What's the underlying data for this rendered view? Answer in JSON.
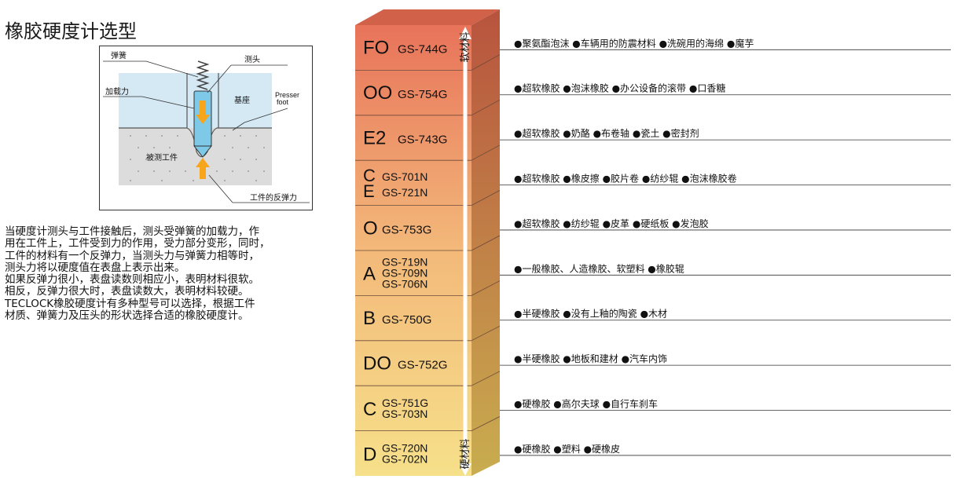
{
  "title": "橡胶硬度计选型",
  "diagram": {
    "spring_label": "弹簧",
    "probe_label": "测头",
    "load_label": "加载力",
    "base_label": "基座",
    "presser_foot_label_line1": "Presser",
    "presser_foot_label_line2": "foot",
    "workpiece_label": "被测工件",
    "reaction_label": "工件的反弹力"
  },
  "description": [
    "当硬度计测头与工件接触后，测头受弹簧的加载力，作",
    "用在工件上，工件受到力的作用，受力部分变形，同时，",
    "工件的材料有一个反弹力，当测头力与弹簧力相等时，",
    "测头力将以硬度值在表盘上表示出来。",
    "如果反弹力很小，表盘读数则相应小，表明材料很软。",
    "相反，反弹力很大时，表盘读数大，表明材料较硬。",
    "TECLOCK橡胶硬度计有多种型号可以选择，根据工件",
    "材质、弹簧力及压头的形状选择合适的橡胶硬度计。"
  ],
  "scale": {
    "soft_label": "软材料",
    "hard_label": "硬材料",
    "colors": {
      "top": "#e8735a",
      "bottom": "#f6e08a",
      "side_top": "#b8533e",
      "side_bottom": "#c9ad4f"
    },
    "bands": [
      {
        "name": "FO",
        "models": [
          "GS-744G"
        ],
        "applications": "●聚氨酯泡沫 ●车辆用的防震材料 ●洗碗用的海绵 ●魔芋"
      },
      {
        "name": "OO",
        "models": [
          "GS-754G"
        ],
        "applications": "●超软橡胶 ●泡沫橡胶 ●办公设备的滚带 ●口香糖"
      },
      {
        "name": "E2",
        "models": [
          "GS-743G"
        ],
        "applications": "●超软橡胶 ●奶酪 ●布卷轴 ●瓷土 ●密封剂"
      },
      {
        "name": "C\nE",
        "models": [
          "GS-701N",
          "GS-721N"
        ],
        "applications": "●超软橡胶 ●橡皮擦 ●胶片卷 ●纺纱辊 ●泡沫橡胶卷"
      },
      {
        "name": "O",
        "models": [
          "GS-753G"
        ],
        "applications": "●超软橡胶 ●纺纱辊 ●皮革 ●硬纸板 ●发泡胶"
      },
      {
        "name": "A",
        "models": [
          "GS-719N",
          "GS-709N",
          "GS-706N"
        ],
        "applications": "●一般橡胶、人造橡胶、软塑料 ●橡胶辊"
      },
      {
        "name": "B",
        "models": [
          "GS-750G"
        ],
        "applications": "●半硬橡胶 ●没有上釉的陶瓷 ●木材"
      },
      {
        "name": "DO",
        "models": [
          "GS-752G"
        ],
        "applications": "●半硬橡胶 ●地板和建材 ●汽车内饰"
      },
      {
        "name": "C",
        "models": [
          "GS-751G",
          "GS-703N"
        ],
        "applications": "●硬橡胶 ●高尔夫球 ●自行车刹车"
      },
      {
        "name": "D",
        "models": [
          "GS-720N",
          "GS-702N"
        ],
        "applications": "●硬橡胶 ●塑料 ●硬橡皮"
      }
    ]
  }
}
